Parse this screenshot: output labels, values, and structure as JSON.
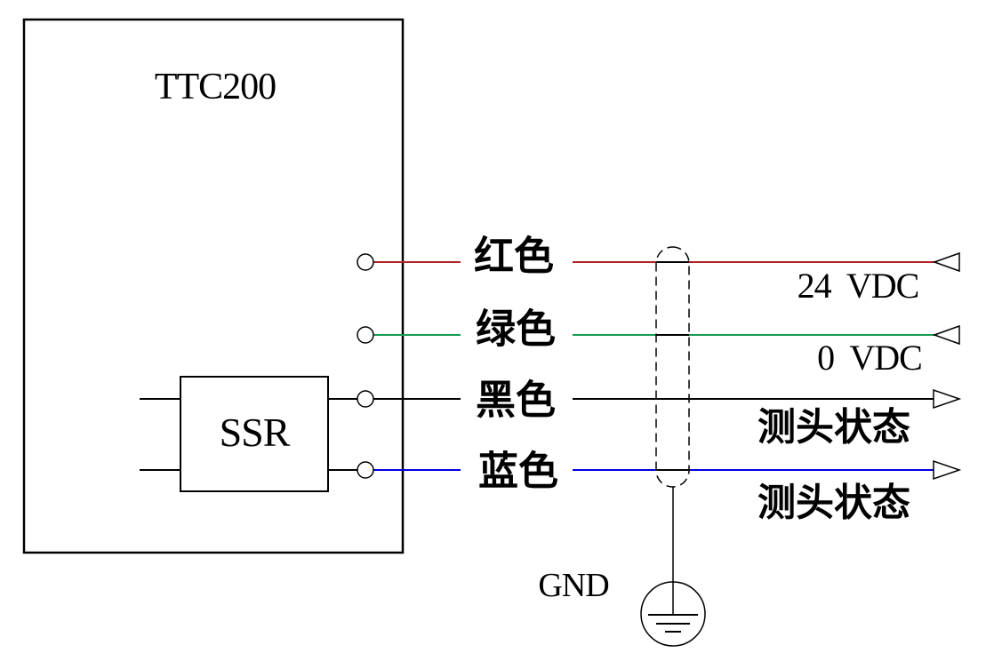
{
  "device": {
    "label": "TTC200"
  },
  "relay": {
    "label": "SSR"
  },
  "wires": [
    {
      "id": "red",
      "label": "红色",
      "color": "#b22126",
      "signal": "24  VDC",
      "arrow_direction": "left"
    },
    {
      "id": "green",
      "label": "绿色",
      "color": "#169b52",
      "signal": "0  VDC",
      "arrow_direction": "left"
    },
    {
      "id": "black",
      "label": "黑色",
      "color": "#000000",
      "signal": "测头状态",
      "arrow_direction": "right"
    },
    {
      "id": "blue",
      "label": "蓝色",
      "color": "#0000e0",
      "signal": "测头状态",
      "arrow_direction": "right"
    }
  ],
  "ground": {
    "label": "GND"
  },
  "icons": {
    "terminal": "terminal-circle-icon",
    "shield": "cable-shield-icon",
    "earth": "earth-ground-icon",
    "input_arrow": "input-arrow-icon",
    "output_arrow": "output-arrow-icon"
  },
  "colors": {
    "line": "#000000",
    "background": "#ffffff"
  }
}
